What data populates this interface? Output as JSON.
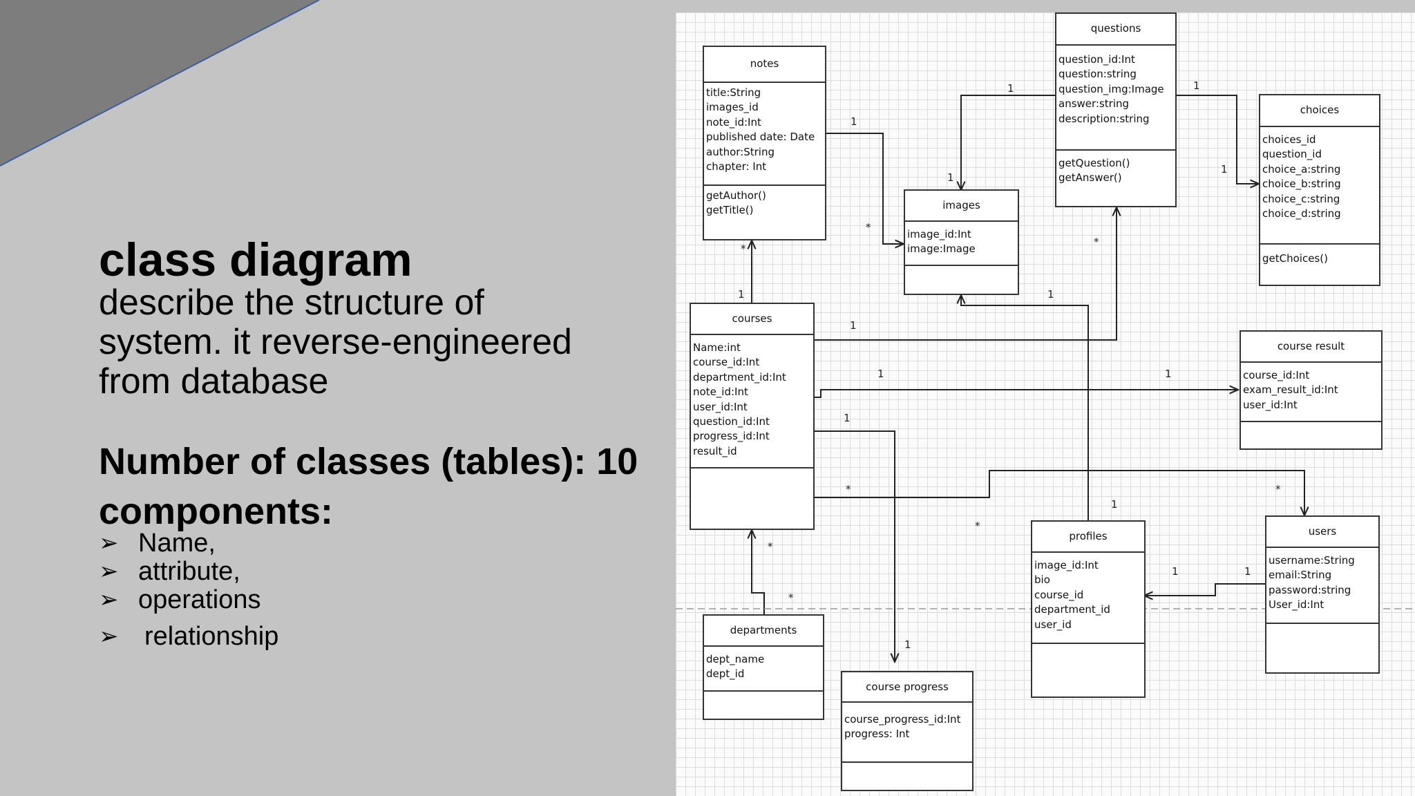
{
  "slide": {
    "title": "class diagram",
    "description_lines": [
      "describe the structure of",
      "system. it reverse-engineered",
      "from database"
    ],
    "class_count": "Number of classes (tables): 10",
    "components_heading": "components:",
    "bullets": [
      "Name,",
      "attribute,",
      "operations",
      "relationship"
    ],
    "bullet_icon": "arrowhead-bullet-icon",
    "corner_color": "#7d7d7d",
    "background_color": "#c4c4c4"
  },
  "diagram": {
    "classes": {
      "notes": {
        "name": "notes",
        "attributes": [
          "title:String",
          "images_id",
          "note_id:Int",
          "published date: Date",
          "author:String",
          "chapter: Int"
        ],
        "operations": [
          "getAuthor()",
          "getTitle()"
        ]
      },
      "questions": {
        "name": "questions",
        "attributes": [
          "question_id:Int",
          "question:string",
          "question_img:Image",
          "answer:string",
          "description:string"
        ],
        "operations": [
          "getQuestion()",
          "getAnswer()"
        ]
      },
      "choices": {
        "name": "choices",
        "attributes": [
          "choices_id",
          "question_id",
          "choice_a:string",
          "choice_b:string",
          "choice_c:string",
          "choice_d:string"
        ],
        "operations": [
          "getChoices()"
        ]
      },
      "images": {
        "name": "images",
        "attributes": [
          "image_id:Int",
          "image:Image"
        ],
        "operations": []
      },
      "courses": {
        "name": "courses",
        "attributes": [
          "Name:int",
          "course_id:Int",
          "department_id:Int",
          "note_id:Int",
          "user_id:Int",
          "question_id:Int",
          "progress_id:Int",
          "result_id"
        ],
        "operations": []
      },
      "course_result": {
        "name": "course result",
        "attributes": [
          "course_id:Int",
          "exam_result_id:Int",
          "user_id:Int"
        ],
        "operations": []
      },
      "profiles": {
        "name": "profiles",
        "attributes": [
          "image_id:Int",
          "bio",
          "course_id",
          "department_id",
          "user_id"
        ],
        "operations": []
      },
      "users": {
        "name": "users",
        "attributes": [
          "username:String",
          "email:String",
          "password:string",
          "User_id:Int"
        ],
        "operations": []
      },
      "departments": {
        "name": "departments",
        "attributes": [
          "dept_name",
          "dept_id"
        ],
        "operations": []
      },
      "course_progress": {
        "name": "course progress",
        "attributes": [
          "course_progress_id:Int",
          "progress: Int"
        ],
        "operations": []
      }
    },
    "multiplicities": {
      "notes_images_1": "1",
      "notes_images_many": "*",
      "questions_images_1": "1",
      "questions_images_1b": "1",
      "questions_choices_1": "1",
      "questions_choices_1b": "1",
      "courses_notes_many": "*",
      "courses_notes_1": "1",
      "courses_questions_1": "1",
      "courses_questions_many": "*",
      "profiles_images_1": "1",
      "courses_result_1": "1",
      "courses_result_1b": "1",
      "courses_progress_1": "1",
      "courses_progress_1b": "1",
      "courses_users_many": "*",
      "courses_users_many_b": "*",
      "profiles_1": "1",
      "courses_profiles_many": "*",
      "users_profiles_1": "1",
      "users_profiles_1b": "1",
      "departments_courses_many": "*",
      "departments_courses_many_b": "*"
    },
    "line_color": "#222222",
    "grid_color": "#dcdcdc"
  }
}
